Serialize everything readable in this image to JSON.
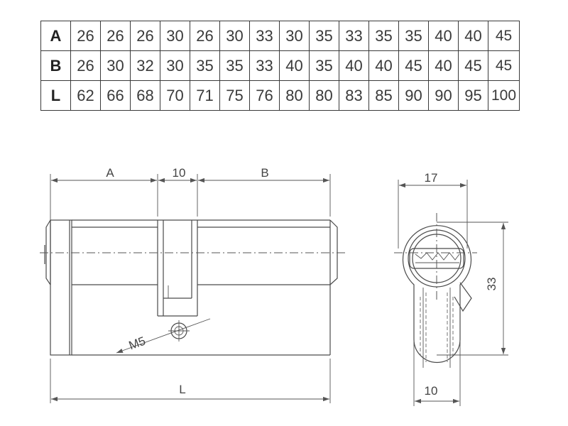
{
  "table": {
    "rows": [
      {
        "key": "A",
        "values": [
          "26",
          "26",
          "26",
          "30",
          "26",
          "30",
          "33",
          "30",
          "35",
          "33",
          "35",
          "35",
          "40",
          "40",
          "45"
        ]
      },
      {
        "key": "B",
        "values": [
          "26",
          "30",
          "32",
          "30",
          "35",
          "35",
          "33",
          "40",
          "35",
          "40",
          "40",
          "45",
          "40",
          "45",
          "45"
        ]
      },
      {
        "key": "L",
        "values": [
          "62",
          "66",
          "68",
          "70",
          "71",
          "75",
          "76",
          "80",
          "80",
          "83",
          "85",
          "90",
          "90",
          "95",
          "100"
        ]
      }
    ]
  },
  "side_view": {
    "dim_A": "A",
    "dim_cam": "10",
    "dim_B": "B",
    "dim_L": "L",
    "thread": "M5"
  },
  "end_view": {
    "dim_width": "17",
    "dim_height": "33",
    "dim_bottom": "10"
  }
}
